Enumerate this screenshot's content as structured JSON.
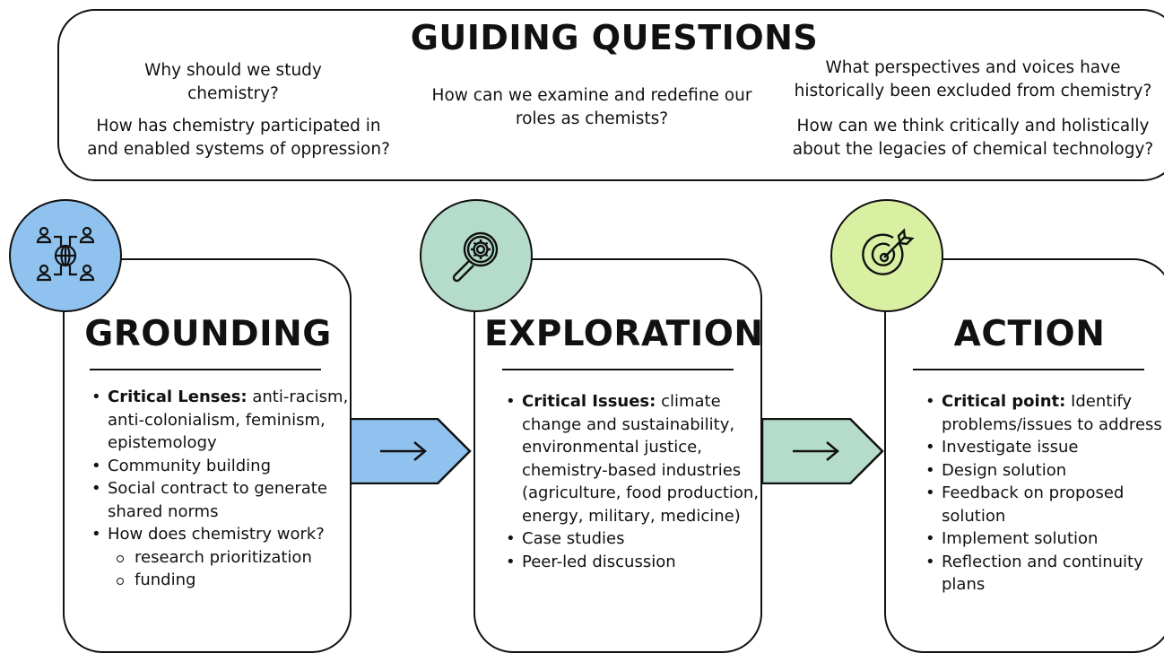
{
  "guiding": {
    "title": "GUIDING QUESTIONS",
    "questions": [
      "Why should we study chemistry?",
      "How has chemistry participated in and enabled systems of oppression?",
      "How can we examine and redefine our roles as chemists?",
      "What perspectives and voices have historically been excluded from chemistry?",
      "How can we think critically and holistically about the legacies of chemical technology?"
    ]
  },
  "stages": [
    {
      "title": "GROUNDING",
      "icon": "network-people-icon",
      "color": "#90c2ef",
      "items": [
        {
          "bold": "Critical Lenses:",
          "text": " anti-racism, anti-colonialism, feminism, epistemology"
        },
        {
          "bold": "",
          "text": "Community building"
        },
        {
          "bold": "",
          "text": "Social contract to generate shared norms"
        },
        {
          "bold": "",
          "text": "How does chemistry work?"
        }
      ],
      "subitems": [
        "research prioritization",
        "funding"
      ]
    },
    {
      "title": "EXPLORATION",
      "icon": "magnifier-gear-icon",
      "color": "#b5dccb",
      "items": [
        {
          "bold": "Critical Issues:",
          "text": " climate change and sustainability, environmental justice, chemistry-based industries (agriculture, food production, energy, military, medicine)"
        },
        {
          "bold": "",
          "text": "Case studies"
        },
        {
          "bold": "",
          "text": "Peer-led discussion"
        }
      ]
    },
    {
      "title": "ACTION",
      "icon": "target-arrow-icon",
      "color": "#d9f0a3",
      "items": [
        {
          "bold": "Critical point:",
          "text": " Identify problems/issues to address"
        },
        {
          "bold": "",
          "text": "Investigate issue"
        },
        {
          "bold": "",
          "text": "Design solution"
        },
        {
          "bold": "",
          "text": "Feedback on proposed solution"
        },
        {
          "bold": "",
          "text": "Implement solution"
        },
        {
          "bold": "",
          "text": "Reflection and continuity plans"
        }
      ]
    }
  ],
  "connectors": [
    {
      "glyph": "→",
      "color": "#90c2ef"
    },
    {
      "glyph": "→",
      "color": "#b5dccb"
    }
  ]
}
